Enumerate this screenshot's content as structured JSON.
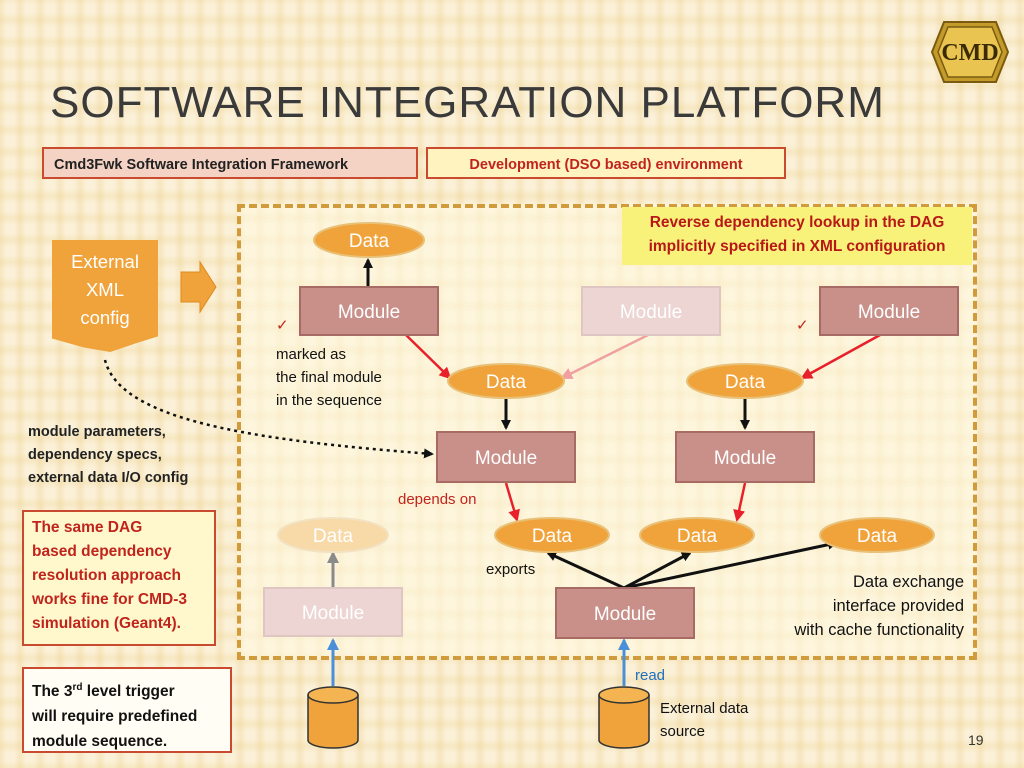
{
  "title": "Software Integration Platform",
  "logo": {
    "text": "CMD"
  },
  "tags": {
    "framework": "Cmd3Fwk Software Integration Framework",
    "environment": "Development (DSO based) environment"
  },
  "note_reverse": {
    "line1": "Reverse dependency lookup in the DAG",
    "line2": "implicitly specified in XML configuration"
  },
  "external_xml": {
    "line1": "External",
    "line2": "XML",
    "line3": "config"
  },
  "module_params": {
    "line1": "module parameters,",
    "line2": "dependency specs,",
    "line3": "external data I/O config"
  },
  "same_dag": {
    "line1": "The same DAG",
    "line2": "based dependency",
    "line3": "resolution approach",
    "line4": "works fine for CMD-3",
    "line5": "simulation (Geant4)."
  },
  "trigger": {
    "line1_pre": "The 3",
    "line1_sup": "rd",
    "line1_post": " level trigger",
    "line2": "will require predefined",
    "line3": "module sequence."
  },
  "labels": {
    "marked1": "marked as",
    "marked2": "the final module",
    "marked3": "in the sequence",
    "depends_on": "depends on",
    "exports": "exports",
    "read": "read",
    "ext_src1": "External data",
    "ext_src2": "source",
    "exchange1": "Data exchange",
    "exchange2": "interface provided",
    "exchange3": "with cache functionality",
    "check": "✓"
  },
  "nodes": {
    "data": "Data",
    "module": "Module"
  },
  "colors": {
    "module_fill": "#c9908a",
    "module_faded": "#ecd5d2",
    "data_fill": "#f0a33a",
    "data_faded": "#f8d9a8",
    "red_arrow": "#e8202a",
    "pink_arrow": "#f0a0a0",
    "blue_arrow": "#4a90d9"
  },
  "page_number": "19"
}
